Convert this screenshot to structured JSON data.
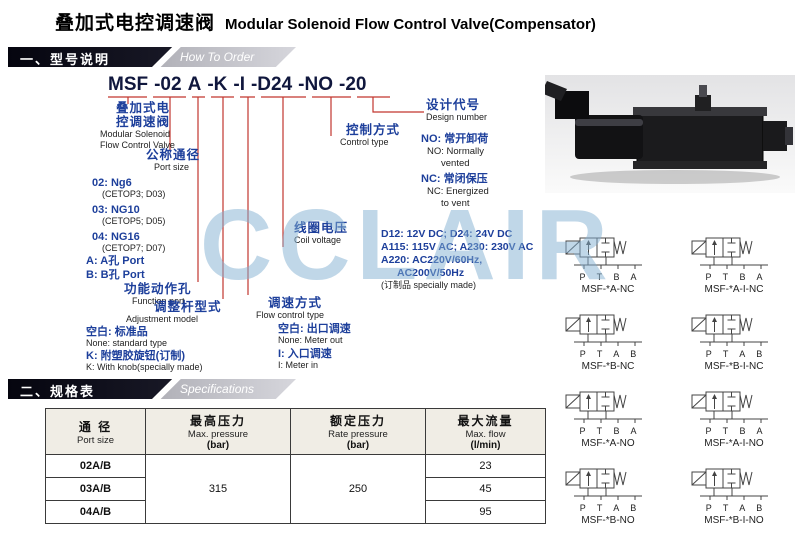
{
  "watermark": "CCLAIR",
  "title": {
    "zh": "叠加式电控调速阀",
    "en": "Modular Solenoid Flow Control Valve(Compensator)"
  },
  "section_how_to_order": {
    "zh": "一、型号说明",
    "en": "How To Order"
  },
  "section_specifications": {
    "zh": "二、规格表",
    "en": "Specifications"
  },
  "model_code": {
    "segments": [
      "MSF",
      "-02",
      "A",
      "-K",
      "-I",
      "-D24",
      "-NO",
      "-20"
    ]
  },
  "callouts": {
    "series": {
      "zh1": "叠加式电",
      "zh2": "控调速阀",
      "en1": "Modular Solenoid",
      "en2": "Flow Control Valve"
    },
    "port_size": {
      "zh": "公称通径",
      "en": "Port size",
      "items": [
        {
          "code": "02: Ng6",
          "note": "(CETOP3; D03)"
        },
        {
          "code": "03: NG10",
          "note": "(CETOP5; D05)"
        },
        {
          "code": "04: NG16",
          "note": "(CETOP7; D07)"
        }
      ]
    },
    "function_port": {
      "a": "A: A孔 Port",
      "b": "B: B孔 Port",
      "zh": "功能动作孔",
      "en": "Function port"
    },
    "adjustment": {
      "zh": "调整杆型式",
      "en": "Adjustment model",
      "none_zh": "空白: 标准品",
      "none_en": "None: standard type",
      "k_zh": "K: 附塑胶旋钮(订制)",
      "k_en": "K: With knob(specially made)"
    },
    "flow_control": {
      "zh": "调速方式",
      "en": "Flow control type",
      "none_zh": "空白: 出口调速",
      "none_en": "None: Meter out",
      "i_zh": "I: 入口调速",
      "i_en": "I: Meter in"
    },
    "coil_voltage": {
      "zh": "线圈电压",
      "en": "Coil voltage",
      "line1": "D12: 12V DC; D24: 24V DC",
      "line2": "A115: 115V AC; A230: 230V AC",
      "line3": "A220: AC220V/60Hz,",
      "line4": "AC200V/50Hz",
      "line5": "(订制品 specially made)"
    },
    "control_type": {
      "zh": "控制方式",
      "en": "Control type",
      "no_zh": "NO: 常开卸荷",
      "no_en1": "NO: Normally",
      "no_en2": "vented",
      "nc_zh": "NC: 常闭保压",
      "nc_en1": "NC: Energized",
      "nc_en2": "to vent"
    },
    "design_number": {
      "zh": "设计代号",
      "en": "Design number"
    }
  },
  "schematics": [
    {
      "ports": "P T B A",
      "label": "MSF-*A-NC"
    },
    {
      "ports": "P T B A",
      "label": "MSF-*A-I-NC"
    },
    {
      "ports": "P T A B",
      "label": "MSF-*B-NC"
    },
    {
      "ports": "P T A B",
      "label": "MSF-*B-I-NC"
    },
    {
      "ports": "P T B A",
      "label": "MSF-*A-NO"
    },
    {
      "ports": "P T B A",
      "label": "MSF-*A-I-NO"
    },
    {
      "ports": "P T A B",
      "label": "MSF-*B-NO"
    },
    {
      "ports": "P T A B",
      "label": "MSF-*B-I-NO"
    }
  ],
  "spec_table": {
    "headers": {
      "col1_zh": "通 径",
      "col1_en": "Port size",
      "col2_zh": "最高压力",
      "col2_en": "Max. pressure",
      "col2_unit": "(bar)",
      "col3_zh": "额定压力",
      "col3_en": "Rate pressure",
      "col3_unit": "(bar)",
      "col4_zh": "最大流量",
      "col4_en": "Max. flow",
      "col4_unit": "(l/min)"
    },
    "max_pressure": "315",
    "rate_pressure": "250",
    "rows": [
      {
        "size": "02A/B",
        "flow": "23"
      },
      {
        "size": "03A/B",
        "flow": "45"
      },
      {
        "size": "04A/B",
        "flow": "95"
      }
    ]
  }
}
